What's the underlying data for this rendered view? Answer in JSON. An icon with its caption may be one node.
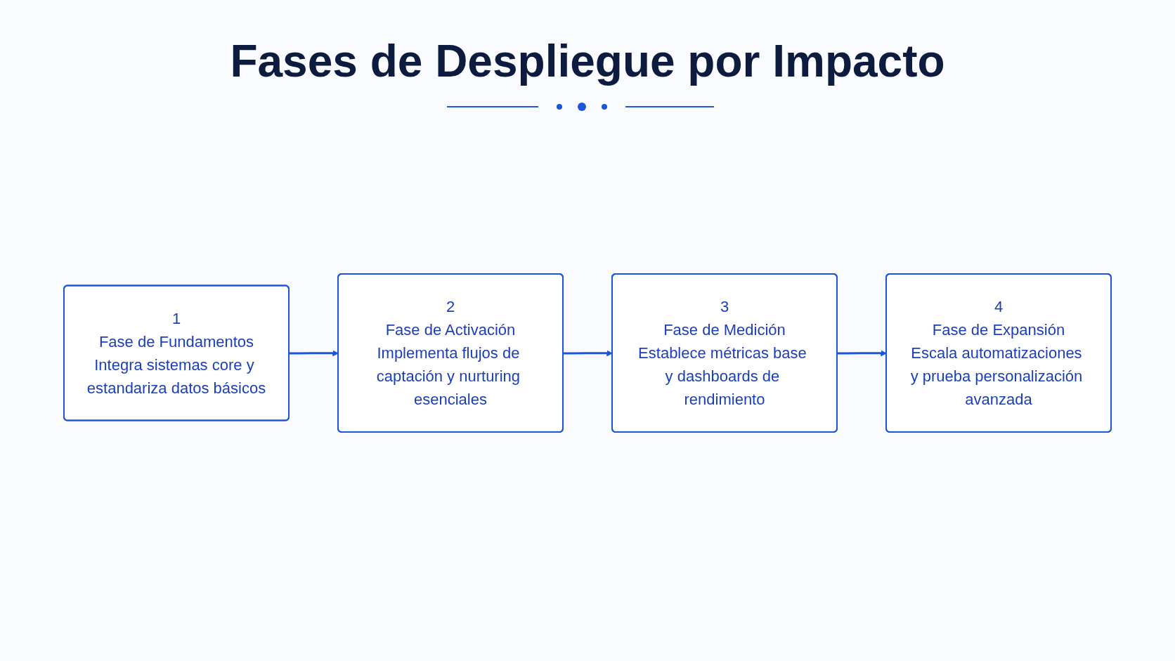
{
  "diagram": {
    "title": "Fases de Despliegue por Impacto",
    "nodes": [
      {
        "text": [
          "1",
          "Fase de Fundamentos",
          "Integra sistemas core y estandariza datos básicos"
        ]
      },
      {
        "text": [
          "2",
          "Fase de Activación",
          "Implementa flujos de captación y nurturing esenciales"
        ]
      },
      {
        "text": [
          "3",
          "Fase de Medición",
          "Establece métricas base y dashboards de rendimiento"
        ]
      },
      {
        "text": [
          "4",
          "Fase de Expansión",
          "Escala automatizaciones y prueba personalización avanzada"
        ]
      }
    ],
    "edges": [
      {
        "from": 0,
        "to": 1,
        "arrow": "to"
      },
      {
        "from": 1,
        "to": 2,
        "arrow": "to"
      },
      {
        "from": 2,
        "to": 3,
        "arrow": "to"
      }
    ]
  }
}
